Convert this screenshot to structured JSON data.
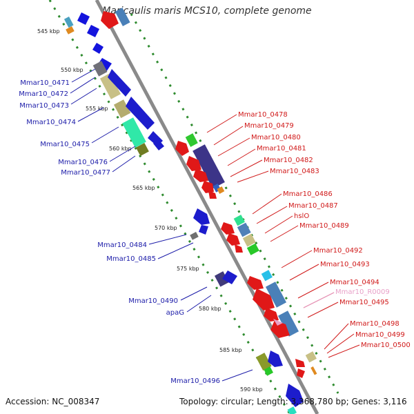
{
  "title": "Maricaulis maris MCS10, complete genome",
  "accession": "Accession: NC_008347",
  "topology": "Topology: circular; Length: 3,368,780 bp; Genes: 3,116",
  "colors": {
    "backbone": "#8a8a8a",
    "ticks": "#2e8b2e",
    "minus_label": "#1a1aa8",
    "plus_label": "#d01818",
    "rna_label": "#e8a0c8"
  },
  "kbp_marks": [
    "545 kbp",
    "550 kbp",
    "555 kbp",
    "560 kbp",
    "565 kbp",
    "570 kbp",
    "575 kbp",
    "580 kbp",
    "585 kbp",
    "590 kbp"
  ],
  "left_genes": [
    "Mmar10_0471",
    "Mmar10_0472",
    "Mmar10_0473",
    "Mmar10_0474",
    "Mmar10_0475",
    "Mmar10_0476",
    "Mmar10_0477",
    "Mmar10_0484",
    "Mmar10_0485",
    "Mmar10_0490",
    "apaG",
    "Mmar10_0496"
  ],
  "right_genes": [
    "Mmar10_0478",
    "Mmar10_0479",
    "Mmar10_0480",
    "Mmar10_0481",
    "Mmar10_0482",
    "Mmar10_0483",
    "Mmar10_0486",
    "Mmar10_0487",
    "hslO",
    "Mmar10_0489",
    "Mmar10_0492",
    "Mmar10_0493",
    "Mmar10_0494",
    "Mmar10_R0009",
    "Mmar10_0495",
    "Mmar10_0498",
    "Mmar10_0499",
    "Mmar10_0500"
  ]
}
